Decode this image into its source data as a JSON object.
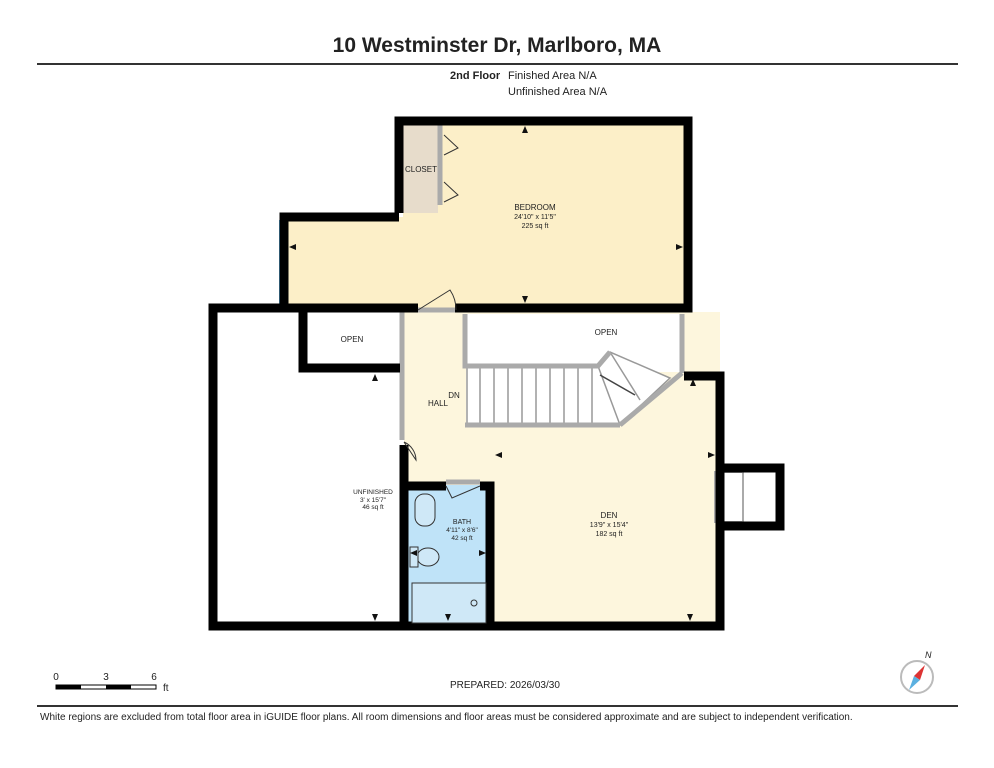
{
  "header": {
    "title": "10 Westminster Dr, Marlboro, MA",
    "floor": "2nd Floor",
    "finished_area": "Finished Area N/A",
    "unfinished_area": "Unfinished Area N/A"
  },
  "rooms": {
    "closet": {
      "name": "CLOSET"
    },
    "bedroom": {
      "name": "BEDROOM",
      "dims": "24'10\" x 11'5\"",
      "area": "225 sq ft"
    },
    "open1": {
      "name": "OPEN"
    },
    "open2": {
      "name": "OPEN"
    },
    "hall": {
      "name": "HALL"
    },
    "stairs": {
      "label": "DN"
    },
    "unfinished": {
      "name": "UNFINISHED",
      "dims": "3' x 15'7\"",
      "area": "46 sq ft"
    },
    "bath": {
      "name": "BATH",
      "dims": "4'11\" x 8'6\"",
      "area": "42 sq ft"
    },
    "den": {
      "name": "DEN",
      "dims": "13'9\" x 15'4\"",
      "area": "182 sq ft"
    }
  },
  "scale": {
    "ticks": [
      "0",
      "3",
      "6"
    ],
    "unit": "ft"
  },
  "compass": {
    "label": "N"
  },
  "prepared": "PREPARED: 2026/03/30",
  "footer": "White regions are excluded from total floor area in iGUIDE floor plans. All room dimensions and floor areas must be considered approximate and are subject to independent verification.",
  "colors": {
    "bedroom": "#fcefc8",
    "hall": "#fdf6dd",
    "closet": "#e7dccb",
    "bath": "#bfe3f8",
    "window": "#5bb0e0"
  }
}
